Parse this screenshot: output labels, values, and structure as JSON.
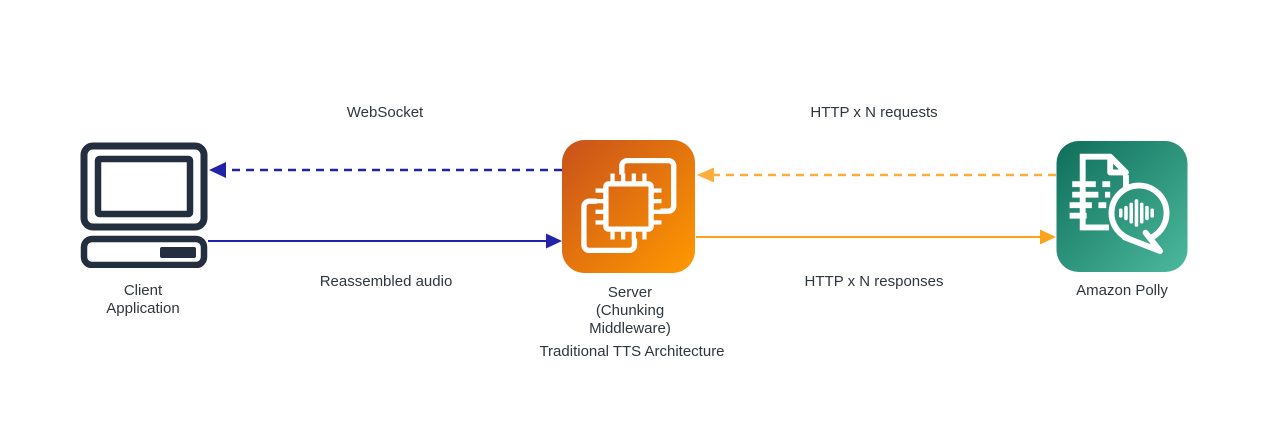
{
  "diagram": {
    "title": "Traditional TTS Architecture",
    "nodes": {
      "client": {
        "icon": "computer-icon",
        "label_lines": [
          "Client",
          "Application"
        ],
        "icon_color": "#232F3E"
      },
      "server": {
        "icon": "server-chip-icon",
        "label_lines": [
          "Server",
          "(Chunking",
          "Middleware)"
        ],
        "gradient": [
          "#C8511B",
          "#FF9900"
        ]
      },
      "polly": {
        "icon": "amazon-polly-icon",
        "label": "Amazon Polly",
        "gradient": [
          "#0E6E5A",
          "#4CB99D"
        ]
      }
    },
    "arrows": [
      {
        "id": "websocket",
        "label": "WebSocket",
        "style": "dashed",
        "color": "#2323A8",
        "direction": "server-to-client"
      },
      {
        "id": "reassembled-audio",
        "label": "Reassembled audio",
        "style": "solid",
        "color": "#2323A8",
        "direction": "client-to-server"
      },
      {
        "id": "http-requests",
        "label": "HTTP x N requests",
        "style": "dashed",
        "color": "#FBAE3C",
        "direction": "polly-to-server"
      },
      {
        "id": "http-responses",
        "label": "HTTP x N responses",
        "style": "solid",
        "color": "#FBA41B",
        "direction": "server-to-polly"
      }
    ]
  }
}
